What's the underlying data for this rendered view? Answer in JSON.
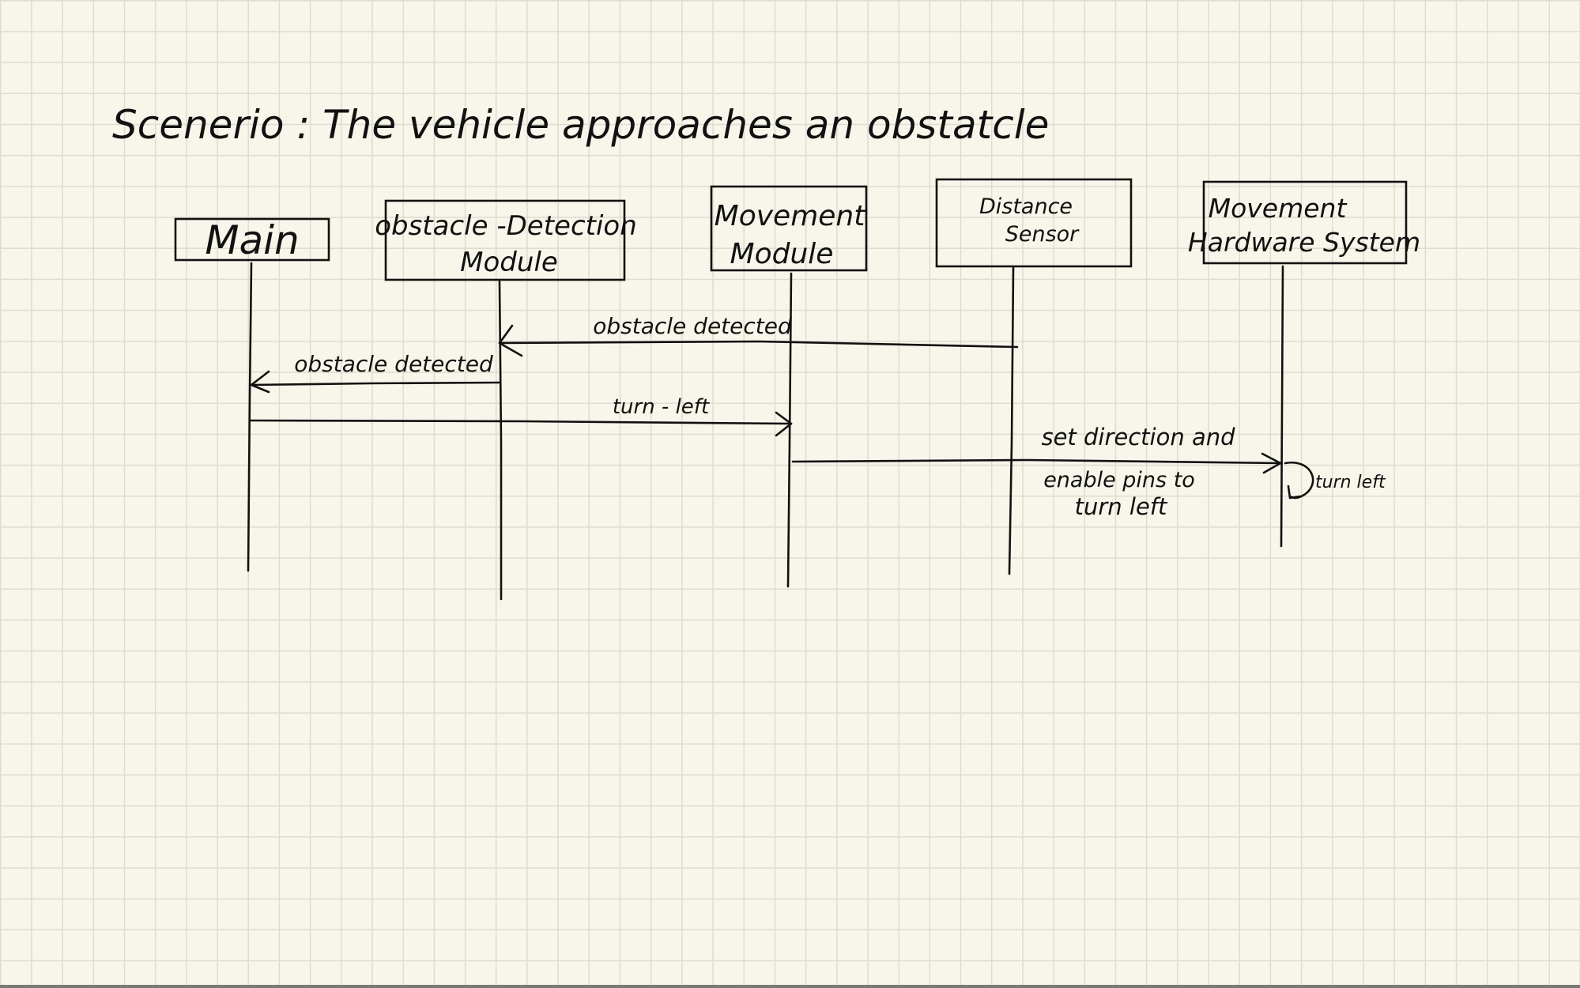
{
  "title": "Scenerio : The vehicle approaches an obstatcle",
  "lifelines": [
    {
      "id": "main",
      "label_lines": [
        "Main"
      ]
    },
    {
      "id": "obstacle-detection-module",
      "label_lines": [
        "obstacle -Detection",
        "Module"
      ]
    },
    {
      "id": "movement-module",
      "label_lines": [
        "Movement",
        "Module"
      ]
    },
    {
      "id": "distance-sensor",
      "label_lines": [
        "Distance",
        "Sensor"
      ]
    },
    {
      "id": "movement-hardware-system",
      "label_lines": [
        "Movement",
        "Hardware System"
      ]
    }
  ],
  "messages": [
    {
      "from": "distance-sensor",
      "to": "obstacle-detection-module",
      "label_lines": [
        "obstacle detected"
      ]
    },
    {
      "from": "obstacle-detection-module",
      "to": "main",
      "label_lines": [
        "obstacle detected"
      ]
    },
    {
      "from": "main",
      "to": "movement-module",
      "label_lines": [
        "turn - left"
      ]
    },
    {
      "from": "movement-module",
      "to": "movement-hardware-system",
      "label_lines": [
        "set direction and",
        "enable pins to",
        "turn left"
      ]
    },
    {
      "from": "movement-hardware-system",
      "to": "movement-hardware-system",
      "label_lines": [
        "turn left"
      ]
    }
  ]
}
